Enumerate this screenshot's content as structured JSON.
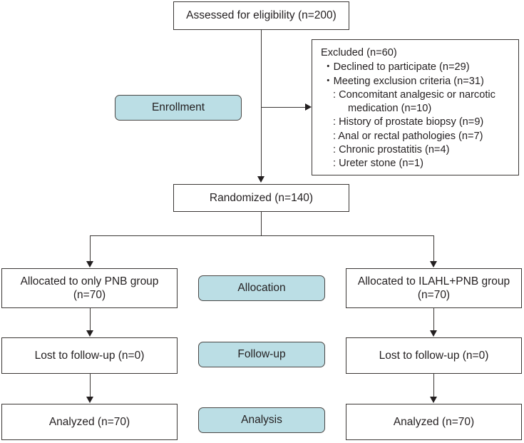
{
  "diagram": {
    "type": "consort-flow-diagram",
    "accent_color": "#bbdee5",
    "line_color": "#3b3735",
    "text_color": "#231f20"
  },
  "nodes": {
    "assessed": "Assessed for eligibility (n=200)",
    "randomized": "Randomized (n=140)",
    "allocated_left": "Allocated to only PNB group\n(n=70)",
    "allocated_right": "Allocated to ILAHL+PNB group\n(n=70)",
    "lost_left": "Lost to follow-up (n=0)",
    "lost_right": "Lost to follow-up (n=0)",
    "analyzed_left": "Analyzed (n=70)",
    "analyzed_right": "Analyzed (n=70)"
  },
  "excluded": {
    "title": "Excluded (n=60)",
    "line1": "・Declined to participate (n=29)",
    "line2": "・Meeting exclusion criteria (n=31)",
    "line3": ": Concomitant analgesic or narcotic",
    "line4": "medication (n=10)",
    "line5": ": History of prostate biopsy (n=9)",
    "line6": ": Anal or rectal pathologies (n=7)",
    "line7": ": Chronic prostatitis (n=4)",
    "line8": ": Ureter stone (n=1)"
  },
  "stages": {
    "enrollment": "Enrollment",
    "allocation": "Allocation",
    "followup": "Follow-up",
    "analysis": "Analysis"
  }
}
